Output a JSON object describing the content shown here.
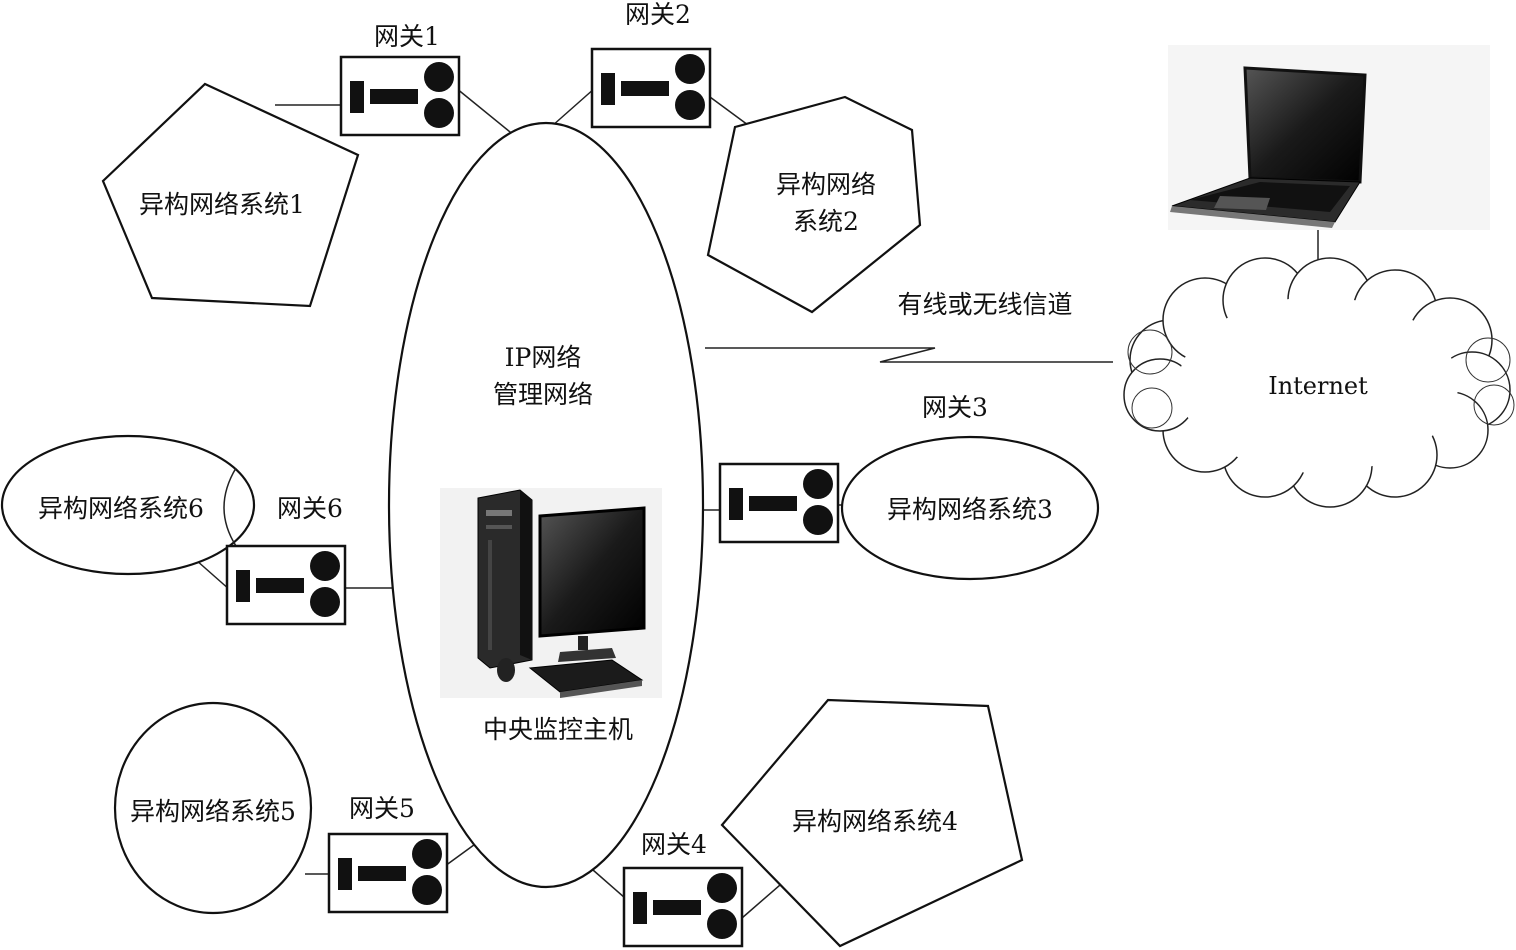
{
  "center": {
    "network_line1": "IP网络",
    "network_line2": "管理网络",
    "host_label": "中央监控主机"
  },
  "gateways": {
    "g1": "网关1",
    "g2": "网关2",
    "g3": "网关3",
    "g4": "网关4",
    "g5": "网关5",
    "g6": "网关6"
  },
  "systems": {
    "s1": "异构网络系统1",
    "s2_line1": "异构网络",
    "s2_line2": "系统2",
    "s3": "异构网络系统3",
    "s4": "异构网络系统4",
    "s5": "异构网络系统5",
    "s6": "异构网络系统6"
  },
  "channel_label": "有线或无线信道",
  "internet_label": "Internet",
  "icons": {
    "gateway": "gateway-device-icon",
    "host": "desktop-computer-icon",
    "laptop": "laptop-icon",
    "cloud": "cloud-icon"
  },
  "colors": {
    "stroke": "#111111",
    "background": "#ffffff"
  }
}
